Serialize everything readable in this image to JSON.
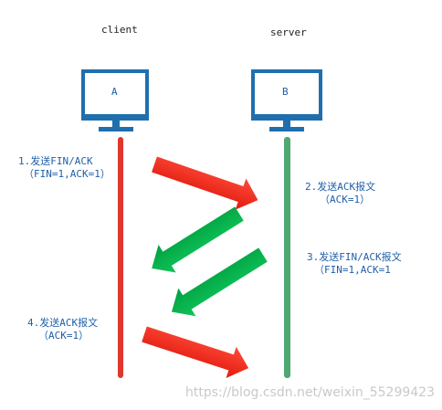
{
  "hosts": {
    "client": {
      "title": "client",
      "screen_label": "A"
    },
    "server": {
      "title": "server",
      "screen_label": "B"
    }
  },
  "steps": [
    {
      "line1": "1.发送FIN/ACK",
      "line2": "（FIN=1,ACK=1）"
    },
    {
      "line1": "2.发送ACK报文",
      "line2": "（ACK=1）"
    },
    {
      "line1": "3.发送FIN/ACK报文",
      "line2": "（FIN=1,ACK=1"
    },
    {
      "line1": "4.发送ACK报文",
      "line2": "（ACK=1）"
    }
  ],
  "watermark": "https://blog.csdn.net/weixin_55299423",
  "colors": {
    "monitor": "#1f6fae",
    "client_line": "#e0362b",
    "server_line": "#4ea870",
    "arrow_red": "#ff2a1a",
    "arrow_green": "#00b34a",
    "label_text": "#1f5fa8"
  }
}
